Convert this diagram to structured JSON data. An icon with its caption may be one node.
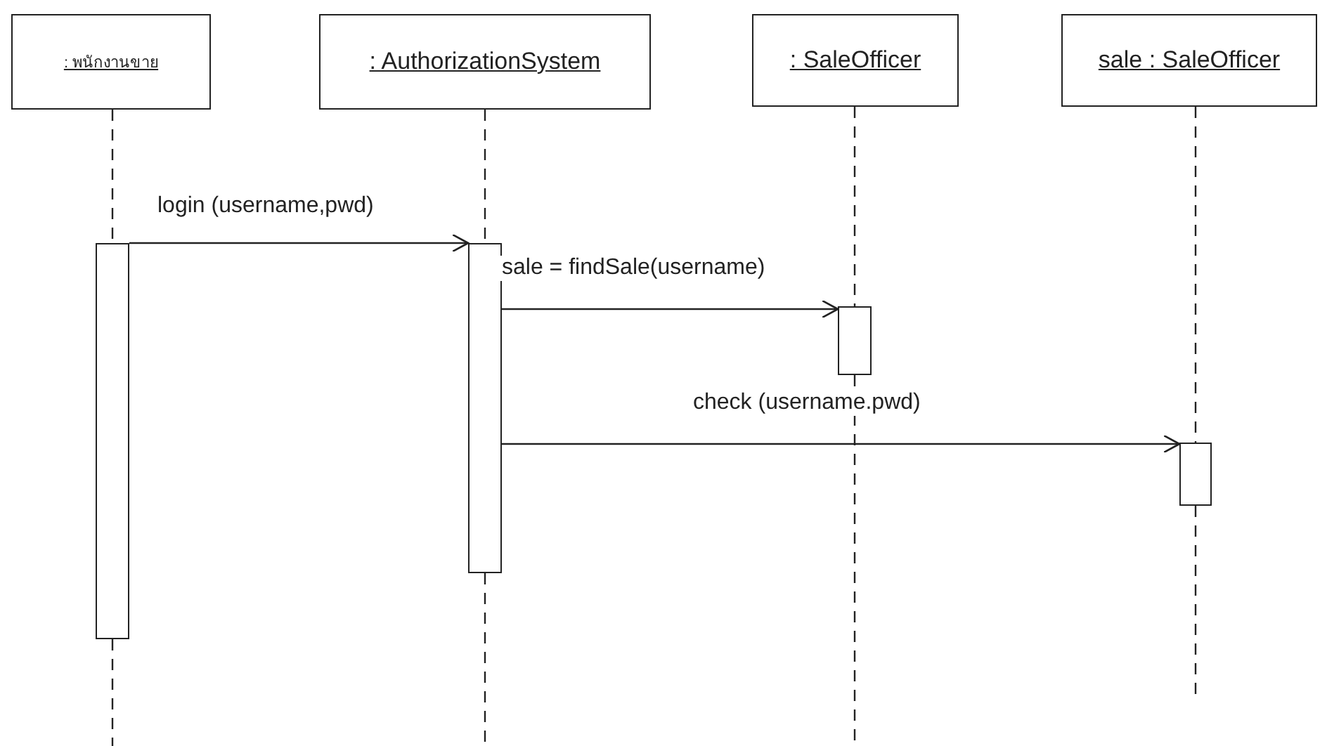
{
  "diagram": {
    "nodes": [
      {
        "text": [
          ": พนักงานขาย"
        ]
      },
      {
        "text": [
          ": AuthorizationSystem"
        ]
      },
      {
        "text": [
          ": SaleOfficer"
        ]
      },
      {
        "text": [
          "sale : SaleOfficer"
        ]
      },
      {
        "text": [],
        "shape": "bar"
      },
      {
        "text": [],
        "shape": "bar"
      },
      {
        "text": [],
        "shape": "bar"
      },
      {
        "text": [],
        "shape": "bar"
      }
    ],
    "edges": [
      {
        "from": 0,
        "to": 4,
        "arrow": "none",
        "style": "dashed"
      },
      {
        "from": 1,
        "to": 5,
        "arrow": "none",
        "style": "dashed"
      },
      {
        "from": 2,
        "to": 6,
        "arrow": "none",
        "style": "dashed"
      },
      {
        "from": 3,
        "to": 7,
        "arrow": "none",
        "style": "dashed"
      },
      {
        "from": 4,
        "to": 5,
        "arrow": "to",
        "label": "login (username,pwd)"
      },
      {
        "from": 5,
        "to": 6,
        "arrow": "to",
        "label": "sale = findSale(username)"
      },
      {
        "from": 5,
        "to": 7,
        "arrow": "to",
        "label": "check (username.pwd)"
      }
    ]
  }
}
